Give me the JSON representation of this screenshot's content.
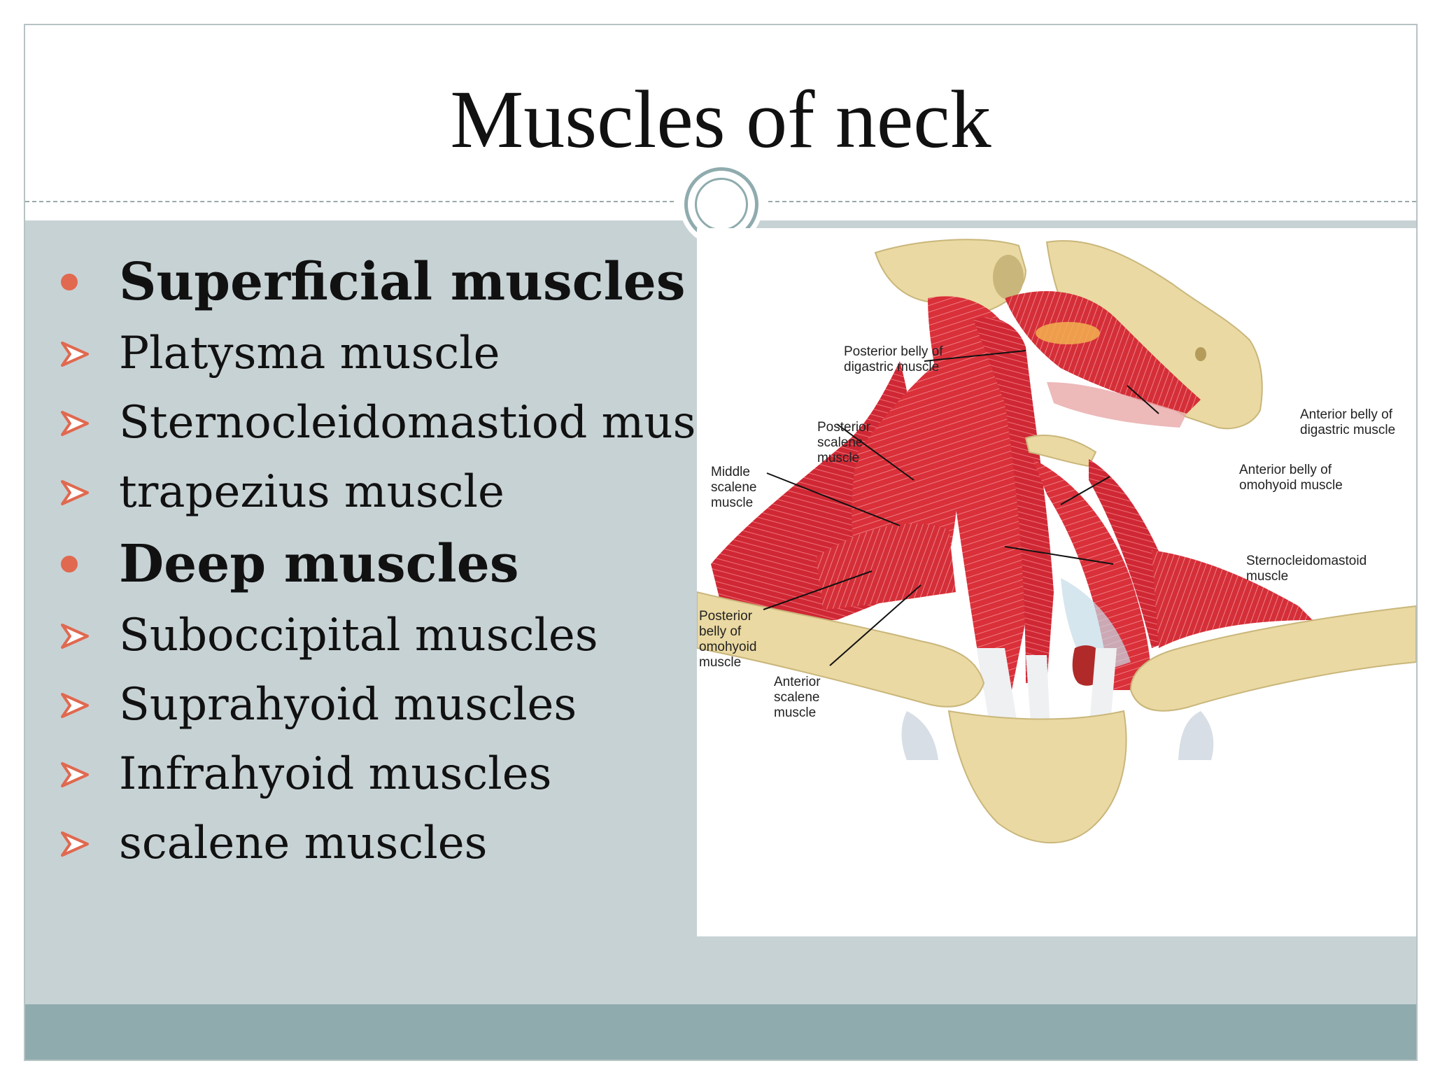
{
  "slide": {
    "title": "Muscles of neck",
    "items": [
      {
        "text": "Superficial muscles",
        "level": "heading"
      },
      {
        "text": "Platysma muscle",
        "level": "sub"
      },
      {
        "text": "Sternocleidomastiod muscle",
        "level": "sub"
      },
      {
        "text": "trapezius muscle",
        "level": "sub"
      },
      {
        "text": "Deep muscles",
        "level": "heading"
      },
      {
        "text": "Suboccipital muscles",
        "level": "sub"
      },
      {
        "text": "Suprahyoid muscles",
        "level": "sub"
      },
      {
        "text": "Infrahyoid muscles",
        "level": "sub"
      },
      {
        "text": "scalene muscles",
        "level": "sub"
      }
    ]
  },
  "figure": {
    "labels": {
      "posterior_digastric": [
        "Posterior belly of",
        "digastric muscle"
      ],
      "posterior_scalene": [
        "Posterior",
        "scalene",
        "muscle"
      ],
      "middle_scalene": [
        "Middle",
        "scalene",
        "muscle"
      ],
      "anterior_digastric": [
        "Anterior belly of",
        "digastric muscle"
      ],
      "anterior_omohyoid": [
        "Anterior belly of",
        "omohyoid muscle"
      ],
      "sternocleidomastoid": [
        "Sternocleidomastoid",
        "muscle"
      ],
      "posterior_omohyoid": [
        "Posterior",
        "belly of",
        "omohyoid",
        "muscle"
      ],
      "anterior_scalene": [
        "Anterior",
        "scalene",
        "muscle"
      ]
    }
  },
  "colors": {
    "content_bg": "#c7d2d5",
    "footer_band": "#8fabad",
    "bullet_dot": "#e0694f",
    "muscle": "#d9303a",
    "bone": "#ead9a2"
  }
}
